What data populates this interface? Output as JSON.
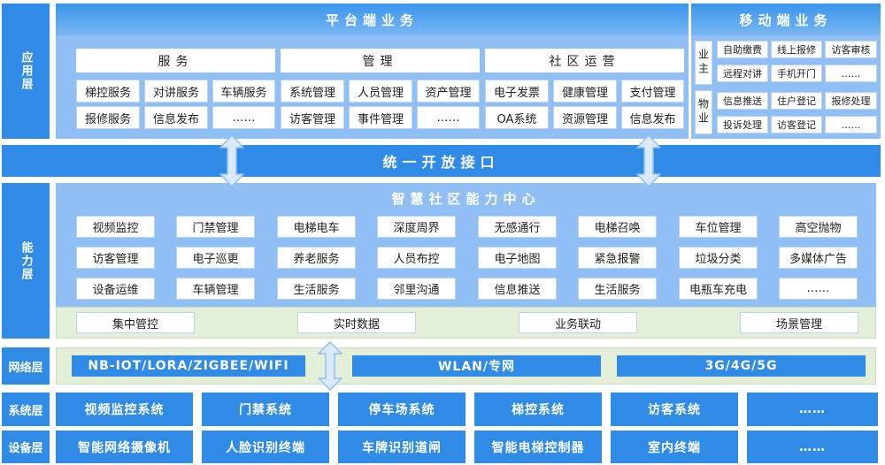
{
  "layers": {
    "application": "应用层",
    "capability": "能力层",
    "network": "网络层",
    "system": "系统层",
    "device": "设备层"
  },
  "platform": {
    "title": "平台端业务",
    "groups": [
      {
        "title": "服务",
        "items": [
          "梯控服务",
          "对讲服务",
          "车辆服务",
          "报修服务",
          "信息发布",
          "……"
        ]
      },
      {
        "title": "管理",
        "items": [
          "系统管理",
          "人员管理",
          "资产管理",
          "访客管理",
          "事件管理",
          "……"
        ]
      },
      {
        "title": "社区运营",
        "items": [
          "电子发票",
          "健康管理",
          "支付管理",
          "OA系统",
          "资源管理",
          "信息发布"
        ]
      }
    ]
  },
  "mobile": {
    "title": "移动端业务",
    "owner": {
      "label": "业主",
      "items": [
        "自助缴费",
        "线上报修",
        "访客审核",
        "远程对讲",
        "手机开门",
        "……"
      ]
    },
    "property": {
      "label": "物业",
      "items": [
        "信息推送",
        "住户登记",
        "报修处理",
        "投诉处理",
        "访客登记",
        "……"
      ]
    }
  },
  "open_api": "统一开放接口",
  "capability_center": {
    "title": "智慧社区能力中心",
    "items": [
      "视频监控",
      "门禁管理",
      "电梯电车",
      "深度周界",
      "无感通行",
      "电梯召唤",
      "车位管理",
      "高空抛物",
      "访客管理",
      "电子巡更",
      "养老服务",
      "人员布控",
      "电子地图",
      "紧急报警",
      "垃圾分类",
      "多媒体广告",
      "设备运维",
      "车辆管理",
      "生活服务",
      "邻里沟通",
      "信息推送",
      "生活服务",
      "电瓶车充电",
      "……"
    ],
    "base": [
      "集中管控",
      "实时数据",
      "业务联动",
      "场景管理"
    ]
  },
  "network": [
    "NB-IOT/LORA/ZIGBEE/WIFI",
    "WLAN/专网",
    "3G/4G/5G"
  ],
  "systems": [
    "视频监控系统",
    "门禁系统",
    "停车场系统",
    "梯控系统",
    "访客系统",
    "……"
  ],
  "devices": [
    "智能网络摄像机",
    "人脸识别终端",
    "车牌识别道闸",
    "智能电梯控制器",
    "室内终端",
    "……"
  ],
  "colors": {
    "primary": "#2f8be6",
    "panel": "#8fbff4",
    "pale_green": "#e3efd9",
    "arrow": "#8fbff4"
  }
}
